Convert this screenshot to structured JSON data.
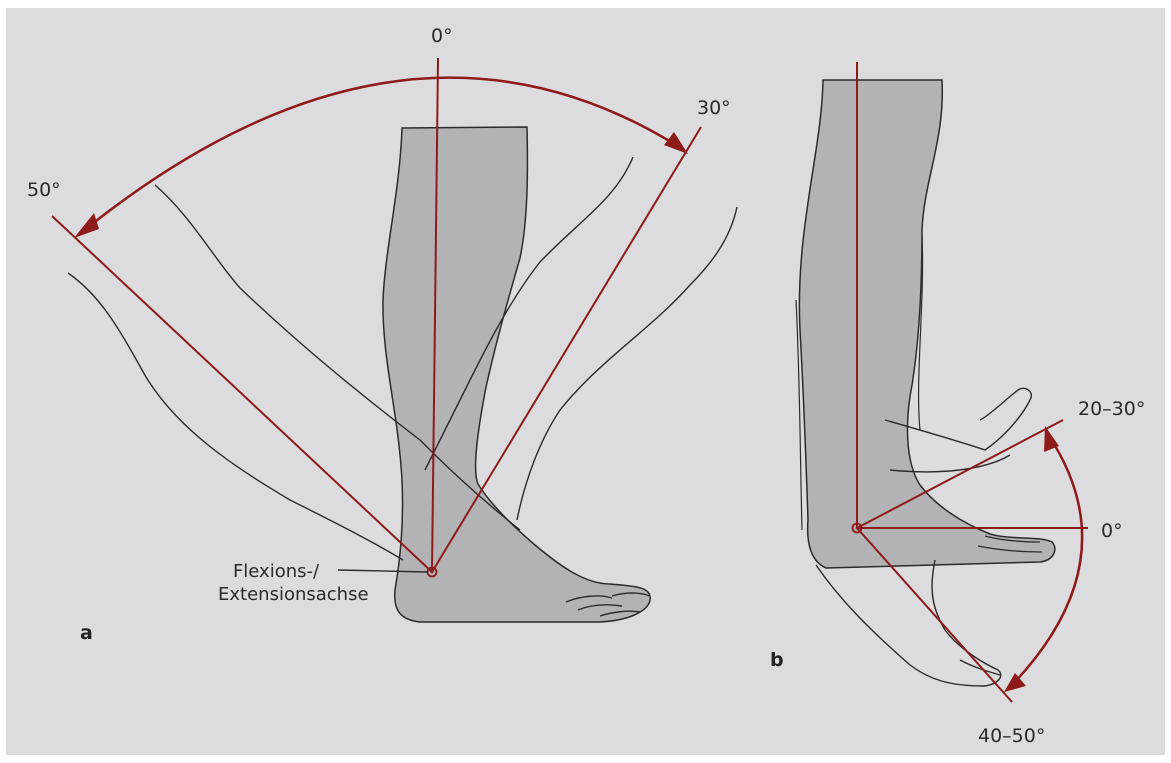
{
  "figure": {
    "panel_a": {
      "letter": "a",
      "angles": {
        "neutral": "0°",
        "dorsal": "30°",
        "plantar": "50°"
      },
      "axis_label_line1": "Flexions-/",
      "axis_label_line2": "Extensionsachse"
    },
    "panel_b": {
      "letter": "b",
      "angles": {
        "up": "20–30°",
        "neutral": "0°",
        "down": "40–50°"
      }
    },
    "colors": {
      "line": "#8e1a1a",
      "ink": "#2b2b2b",
      "shade": "#a9a9ad",
      "background": "#dcdcde"
    }
  }
}
